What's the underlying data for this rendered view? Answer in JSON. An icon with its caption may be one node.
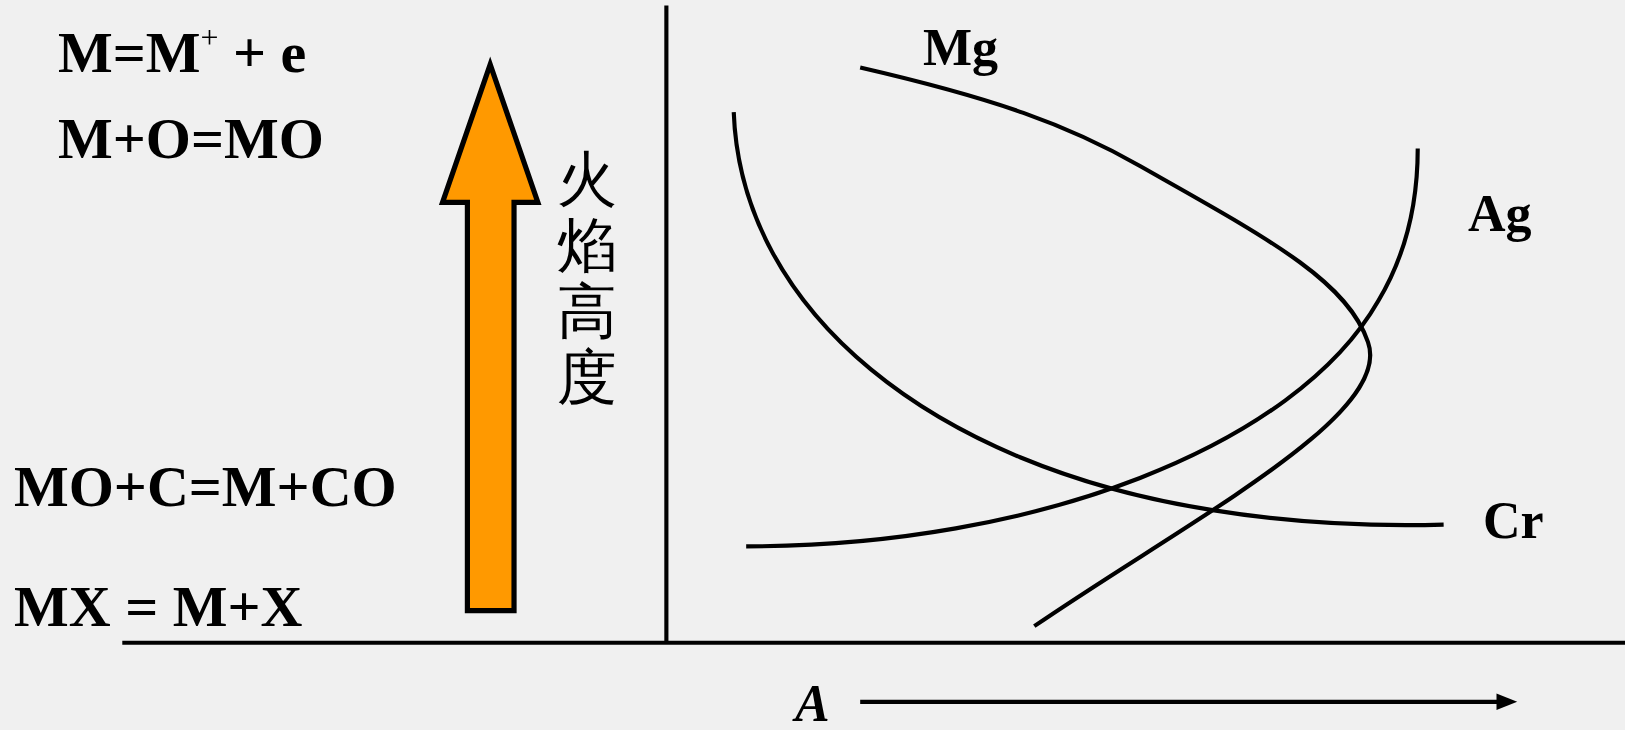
{
  "diagram": {
    "labels": [
      "M=M$^{+}$ + e",
      "M+O=MO",
      "Mg",
      "火焰高度",
      "Ag",
      "MO+C=M+CO",
      "Cr",
      "MX = M+X",
      "A"
    ]
  }
}
